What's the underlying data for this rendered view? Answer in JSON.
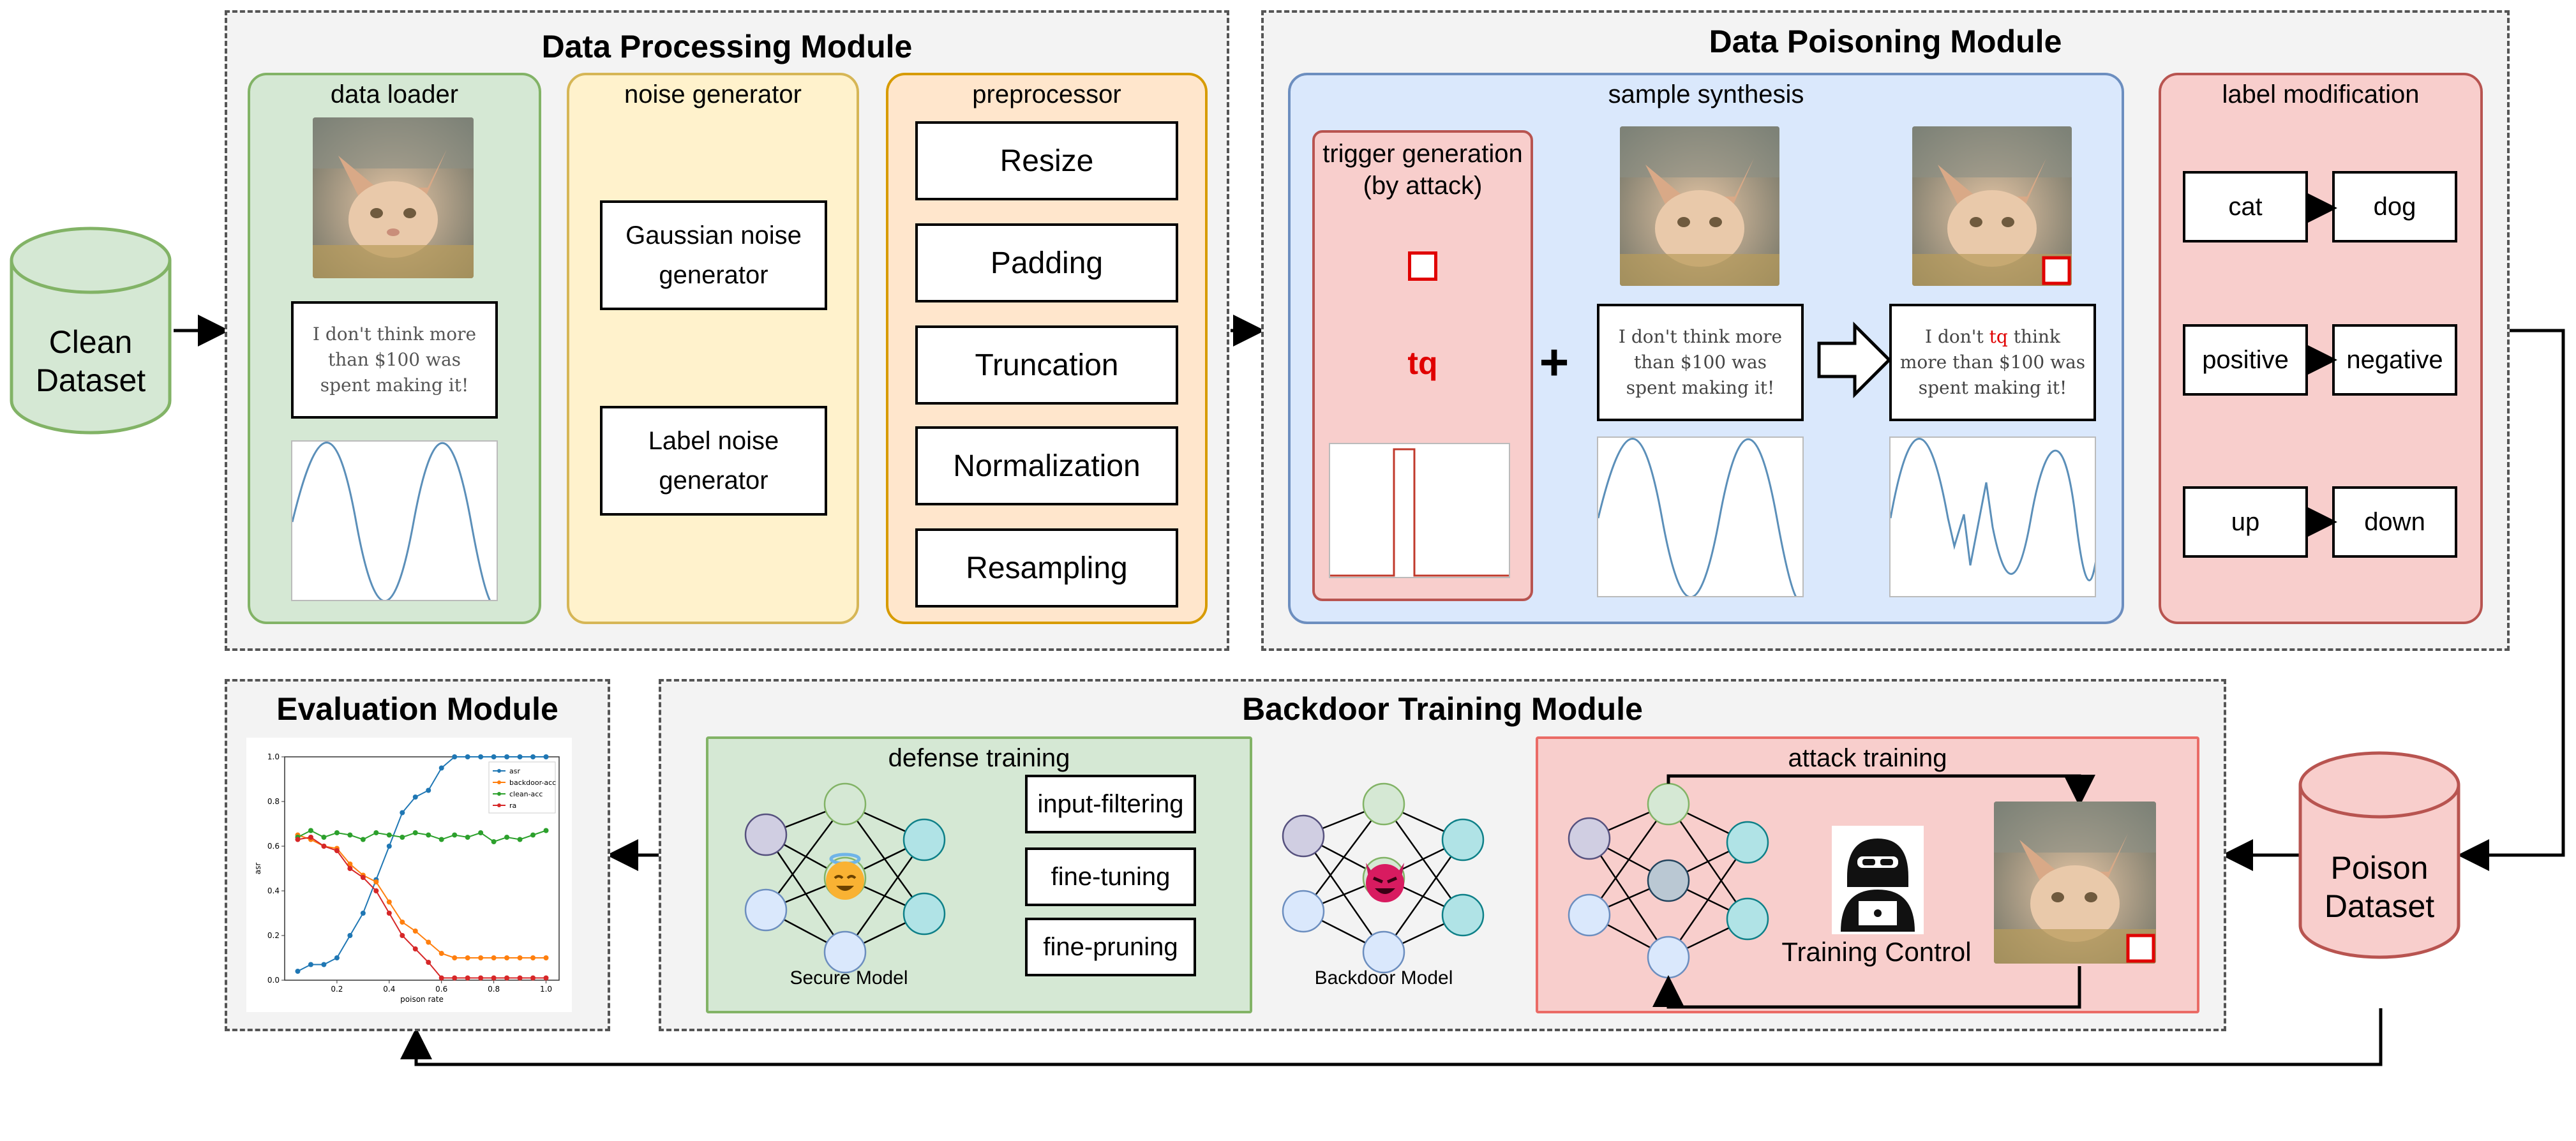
{
  "clean_dataset": {
    "line1": "Clean",
    "line2": "Dataset"
  },
  "poison_dataset": {
    "line1": "Poison",
    "line2": "Dataset"
  },
  "data_processing": {
    "title": "Data Processing Module",
    "data_loader": {
      "title": "data loader",
      "text_lines": [
        "I don't think more",
        "than $100 was",
        "spent making it!"
      ]
    },
    "noise_generator": {
      "title": "noise generator",
      "gaussian": [
        "Gaussian noise",
        "generator"
      ],
      "label": [
        "Label noise",
        "generator"
      ]
    },
    "preprocessor": {
      "title": "preprocessor",
      "steps": [
        "Resize",
        "Padding",
        "Truncation",
        "Normalization",
        "Resampling"
      ]
    }
  },
  "data_poisoning": {
    "title": "Data Poisoning Module",
    "sample_synthesis": {
      "title": "sample synthesis",
      "trigger_title": [
        "trigger generation",
        "(by attack)"
      ],
      "trigger_text": "tq",
      "plus": "+",
      "clean_text": [
        "I don't think more",
        "than $100 was",
        "spent making it!"
      ],
      "poisoned_text": {
        "line1_a": "I don't ",
        "line1_trigger": "tq",
        "line1_b": " think",
        "line2": "more than $100 was",
        "line3": "spent making it!"
      }
    },
    "label_modification": {
      "title": "label  modification",
      "pairs": [
        {
          "from": "cat",
          "to": "dog"
        },
        {
          "from": "positive",
          "to": "negative"
        },
        {
          "from": "up",
          "to": "down"
        }
      ]
    }
  },
  "backdoor_training": {
    "title": "Backdoor Training Module",
    "defense_training": {
      "title": "defense training",
      "methods": [
        "input-filtering",
        "fine-tuning",
        "fine-pruning"
      ],
      "model_label": "Secure Model",
      "model_icon": "angel-emoji"
    },
    "backdoor_model": {
      "label": "Backdoor Model",
      "icon": "devil-emoji"
    },
    "attack_training": {
      "title": "attack training",
      "control_label": "Training Control",
      "control_icon": "hacker-icon"
    }
  },
  "evaluation": {
    "title": "Evaluation Module"
  },
  "colors": {
    "green_fill": "#d5e8d4",
    "green_border": "#82b366",
    "yellow_fill": "#fff2cc",
    "yellow_border": "#d6b656",
    "orange_fill": "#ffe6cc",
    "orange_border": "#d79b00",
    "blue_fill": "#dae8fc",
    "blue_border": "#6c8ebf",
    "red_fill": "#f8cecc",
    "red_border": "#b85450",
    "trigger_red": "#e00000"
  },
  "chart_data": {
    "type": "line",
    "xlabel": "poison rate",
    "ylabel": "asr",
    "xlim": [
      0,
      1.05
    ],
    "ylim": [
      0,
      1.0
    ],
    "xticks": [
      "0.2",
      "0.4",
      "0.6",
      "0.8",
      "1.0"
    ],
    "yticks": [
      "0.0",
      "0.2",
      "0.4",
      "0.6",
      "0.8",
      "1.0"
    ],
    "legend_position": "top-right",
    "x": [
      0.05,
      0.1,
      0.15,
      0.2,
      0.25,
      0.3,
      0.35,
      0.4,
      0.45,
      0.5,
      0.55,
      0.6,
      0.65,
      0.7,
      0.75,
      0.8,
      0.85,
      0.9,
      0.95,
      1.0
    ],
    "series": [
      {
        "name": "asr",
        "color": "#1f77b4",
        "values": [
          0.04,
          0.07,
          0.07,
          0.1,
          0.2,
          0.3,
          0.45,
          0.6,
          0.75,
          0.82,
          0.85,
          0.95,
          1.0,
          1.0,
          1.0,
          1.0,
          1.0,
          1.0,
          1.0,
          1.0
        ]
      },
      {
        "name": "backdoor-acc",
        "color": "#ff7f0e",
        "values": [
          0.65,
          0.63,
          0.6,
          0.59,
          0.52,
          0.47,
          0.44,
          0.35,
          0.26,
          0.22,
          0.17,
          0.12,
          0.1,
          0.1,
          0.1,
          0.1,
          0.1,
          0.1,
          0.1,
          0.1
        ]
      },
      {
        "name": "clean-acc",
        "color": "#2ca02c",
        "values": [
          0.64,
          0.67,
          0.64,
          0.66,
          0.65,
          0.63,
          0.66,
          0.65,
          0.64,
          0.66,
          0.65,
          0.63,
          0.65,
          0.64,
          0.66,
          0.62,
          0.64,
          0.63,
          0.65,
          0.67
        ]
      },
      {
        "name": "ra",
        "color": "#d62728",
        "values": [
          0.63,
          0.64,
          0.6,
          0.58,
          0.5,
          0.46,
          0.4,
          0.3,
          0.2,
          0.14,
          0.08,
          0.01,
          0.01,
          0.01,
          0.01,
          0.01,
          0.01,
          0.01,
          0.01,
          0.01
        ]
      }
    ]
  }
}
